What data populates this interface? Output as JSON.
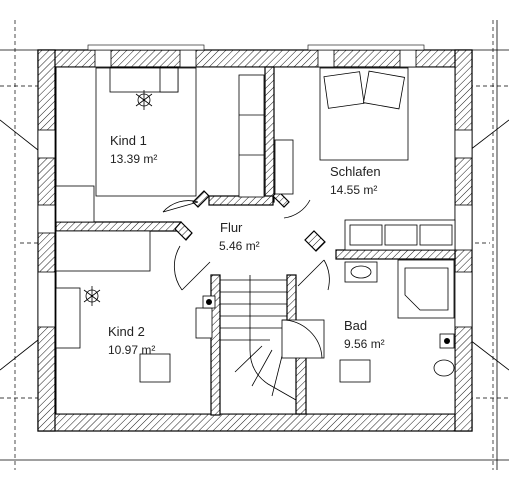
{
  "plan": {
    "rooms": [
      {
        "id": "kind1",
        "name": "Kind 1",
        "area": "13.39 m²"
      },
      {
        "id": "schlafen",
        "name": "Schlafen",
        "area": "14.55 m²"
      },
      {
        "id": "flur",
        "name": "Flur",
        "area": "5.46 m²"
      },
      {
        "id": "kind2",
        "name": "Kind 2",
        "area": "10.97 m²"
      },
      {
        "id": "bad",
        "name": "Bad",
        "area": "9.56 m²"
      }
    ]
  }
}
